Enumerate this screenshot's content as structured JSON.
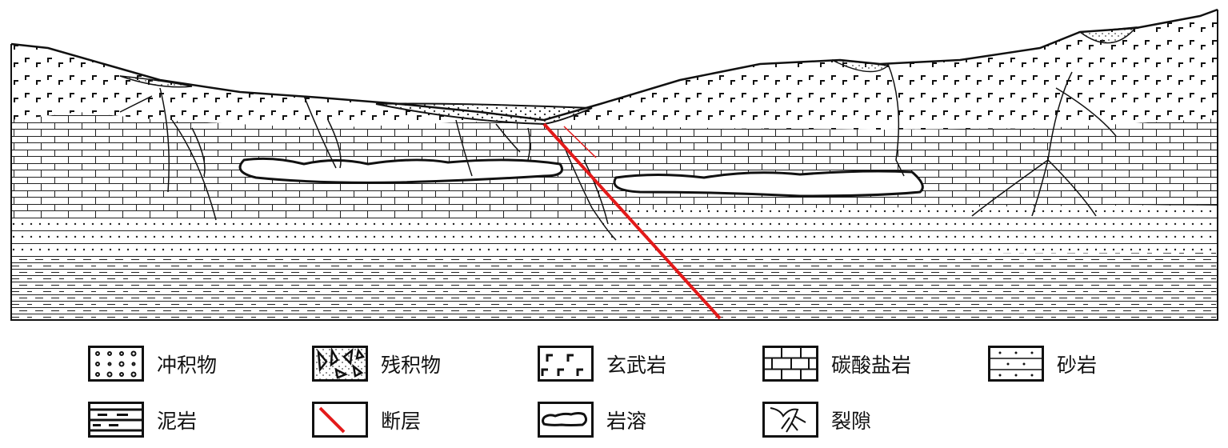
{
  "colors": {
    "fault": "#e31a1a",
    "line": "#111111",
    "background": "#ffffff"
  },
  "legend": [
    {
      "label": "冲积物",
      "icon": "alluvium-pattern"
    },
    {
      "label": "残积物",
      "icon": "residuum-pattern"
    },
    {
      "label": "玄武岩",
      "icon": "basalt-pattern"
    },
    {
      "label": "碳酸盐岩",
      "icon": "carbonate-pattern"
    },
    {
      "label": "砂岩",
      "icon": "sandstone-pattern"
    },
    {
      "label": "泥岩",
      "icon": "mudstone-pattern"
    },
    {
      "label": "断层",
      "icon": "fault-line"
    },
    {
      "label": "岩溶",
      "icon": "karst-cave"
    },
    {
      "label": "裂隙",
      "icon": "fissure"
    }
  ]
}
